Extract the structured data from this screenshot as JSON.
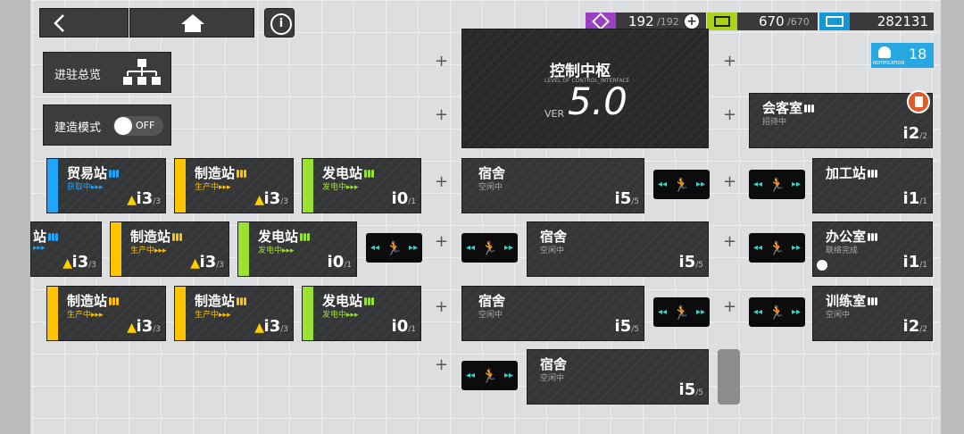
{
  "top_bar": {
    "drones": {
      "value": "192",
      "max": "/192",
      "color": "#b24fd1"
    },
    "power": {
      "value": "670",
      "max": "/670",
      "color": "#b8e02a"
    },
    "lmd": {
      "value": "282131",
      "color": "#19a5e0"
    }
  },
  "nav": {
    "overview_label": "进驻总览",
    "build_mode_label": "建造模式",
    "build_toggle": "OFF"
  },
  "notification": {
    "count": "18",
    "label": "NOTIFICATION"
  },
  "control_center": {
    "title": "控制中枢",
    "subtitle": "LEVEL OF CONTROL_INTERFACE",
    "ver_label": "VER",
    "level": "5.0"
  },
  "rooms": [
    {
      "id": "trading-1",
      "title": "贸易站",
      "status": "获取中▸▸▸",
      "count": "3",
      "max": "/3",
      "color": "#1ea6ff",
      "warn": true
    },
    {
      "id": "factory-1",
      "title": "制造站",
      "status": "生产中▸▸▸",
      "count": "3",
      "max": "/3",
      "color": "#ffc400",
      "warn": true
    },
    {
      "id": "power-1",
      "title": "发电站",
      "status": "发电中▸▸▸",
      "count": "0",
      "max": "/1",
      "color": "#9be22d",
      "warn": false
    },
    {
      "id": "trading-2",
      "title": "站",
      "status": "▸▸▸",
      "count": "3",
      "max": "/3",
      "color": "#1ea6ff",
      "warn": true
    },
    {
      "id": "factory-2",
      "title": "制造站",
      "status": "生产中▸▸▸",
      "count": "3",
      "max": "/3",
      "color": "#ffc400",
      "warn": true
    },
    {
      "id": "power-2",
      "title": "发电站",
      "status": "发电中▸▸▸",
      "count": "0",
      "max": "/1",
      "color": "#9be22d",
      "warn": false
    },
    {
      "id": "factory-3",
      "title": "制造站",
      "status": "生产中▸▸▸",
      "count": "3",
      "max": "/3",
      "color": "#ffc400",
      "warn": true
    },
    {
      "id": "factory-4",
      "title": "制造站",
      "status": "生产中▸▸▸",
      "count": "3",
      "max": "/3",
      "color": "#ffc400",
      "warn": true
    },
    {
      "id": "power-3",
      "title": "发电站",
      "status": "发电中▸▸▸",
      "count": "0",
      "max": "/1",
      "color": "#9be22d",
      "warn": false
    }
  ],
  "dorms": [
    {
      "title": "宿舍",
      "status": "空闲中",
      "count": "5",
      "max": "/5"
    },
    {
      "title": "宿舍",
      "status": "空闲中",
      "count": "5",
      "max": "/5"
    },
    {
      "title": "宿舍",
      "status": "空闲中",
      "count": "5",
      "max": "/5"
    },
    {
      "title": "宿舍",
      "status": "空闲中",
      "count": "5",
      "max": "/5"
    }
  ],
  "right_rooms": [
    {
      "title": "会客室",
      "status": "招待中",
      "count": "2",
      "max": "/2"
    },
    {
      "title": "加工站",
      "status": "",
      "count": "1",
      "max": "/1"
    },
    {
      "title": "办公室",
      "status": "联络完成",
      "count": "1",
      "max": "/1"
    },
    {
      "title": "训练室",
      "status": "空闲中",
      "count": "2",
      "max": "/2"
    }
  ]
}
